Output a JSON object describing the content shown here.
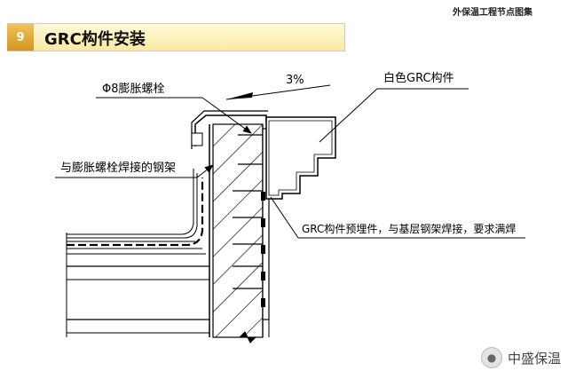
{
  "header": {
    "corner_title": "外保温工程节点图集",
    "section_number": "9",
    "section_title": "GRC构件安装"
  },
  "labels": {
    "bolt": "Φ8膨胀螺栓",
    "slope": "3%",
    "grc_white": "白色GRC构件",
    "steel_frame": "与膨胀螺栓焊接的钢架",
    "embed": "GRC构件预埋件，与基层钢架焊接，要求满焊"
  },
  "watermark": {
    "icon": "wechat-icon",
    "text": "中盛保温"
  }
}
